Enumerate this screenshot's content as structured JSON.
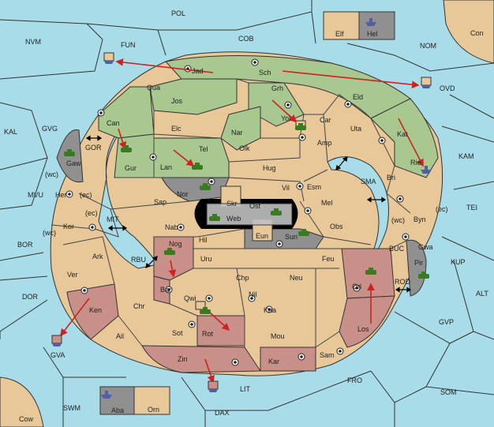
{
  "map": {
    "colors": {
      "sea": "#a8dce8",
      "neutral": "#e8c898",
      "green_power": "#a8c890",
      "red_power": "#c89088",
      "gray_power": "#909090",
      "black_hub": "#000000",
      "order_arrow": "#d02020",
      "fleet": "#5060a0",
      "army": "#3a7a20"
    },
    "sea_labels": [
      {
        "id": "pol",
        "text": "POL"
      },
      {
        "id": "nvm",
        "text": "NVM"
      },
      {
        "id": "fun",
        "text": "FUN"
      },
      {
        "id": "cob",
        "text": "COB"
      },
      {
        "id": "nom",
        "text": "NOM"
      },
      {
        "id": "con",
        "text": "Con"
      },
      {
        "id": "ovd",
        "text": "OVD"
      },
      {
        "id": "kal",
        "text": "KAL"
      },
      {
        "id": "gvg",
        "text": "GVG"
      },
      {
        "id": "gor",
        "text": "GOR"
      },
      {
        "id": "kam",
        "text": "KAM"
      },
      {
        "id": "sma",
        "text": "SMA"
      },
      {
        "id": "mvu",
        "text": "MVU"
      },
      {
        "id": "tei",
        "text": "TEI"
      },
      {
        "id": "mit",
        "text": "MIT"
      },
      {
        "id": "bor",
        "text": "BOR"
      },
      {
        "id": "rbu",
        "text": "RBU"
      },
      {
        "id": "buc",
        "text": "BUC"
      },
      {
        "id": "kup",
        "text": "KUP"
      },
      {
        "id": "dor",
        "text": "DOR"
      },
      {
        "id": "rod",
        "text": "ROD"
      },
      {
        "id": "alt",
        "text": "ALT"
      },
      {
        "id": "gvp",
        "text": "GVP"
      },
      {
        "id": "gva",
        "text": "GVA"
      },
      {
        "id": "lit",
        "text": "LIT"
      },
      {
        "id": "fro",
        "text": "FRO"
      },
      {
        "id": "som",
        "text": "SOM"
      },
      {
        "id": "swm",
        "text": "SWM"
      },
      {
        "id": "dax",
        "text": "DAX"
      },
      {
        "id": "cow",
        "text": "Cow"
      }
    ],
    "land_labels": [
      {
        "id": "jad",
        "text": "Jad"
      },
      {
        "id": "sch",
        "text": "Sch"
      },
      {
        "id": "qua",
        "text": "Qua"
      },
      {
        "id": "jos",
        "text": "Jos"
      },
      {
        "id": "grh",
        "text": "Grh"
      },
      {
        "id": "eld",
        "text": "Eld"
      },
      {
        "id": "can",
        "text": "Can"
      },
      {
        "id": "yol",
        "text": "Yol"
      },
      {
        "id": "car",
        "text": "Car"
      },
      {
        "id": "elc",
        "text": "Elc"
      },
      {
        "id": "nar",
        "text": "Nar"
      },
      {
        "id": "uta",
        "text": "Uta"
      },
      {
        "id": "kat",
        "text": "Kat"
      },
      {
        "id": "amp",
        "text": "Amp"
      },
      {
        "id": "gur",
        "text": "Gur"
      },
      {
        "id": "tel",
        "text": "Tel"
      },
      {
        "id": "olk",
        "text": "Olk"
      },
      {
        "id": "lan",
        "text": "Lan"
      },
      {
        "id": "hug",
        "text": "Hug"
      },
      {
        "id": "rie",
        "text": "Rie"
      },
      {
        "id": "gaw",
        "text": "Gaw"
      },
      {
        "id": "bri",
        "text": "Bri"
      },
      {
        "id": "wc1",
        "text": "(wc)"
      },
      {
        "id": "nor",
        "text": "Nor"
      },
      {
        "id": "vil",
        "text": "Vil"
      },
      {
        "id": "esm",
        "text": "Esm"
      },
      {
        "id": "her",
        "text": "Her"
      },
      {
        "id": "ec1",
        "text": "(ec)"
      },
      {
        "id": "skr",
        "text": "Skr"
      },
      {
        "id": "sap",
        "text": "Sap"
      },
      {
        "id": "ost",
        "text": "Ost"
      },
      {
        "id": "mel",
        "text": "Mel"
      },
      {
        "id": "ec2",
        "text": "(ec)"
      },
      {
        "id": "ec3",
        "text": "(ec)"
      },
      {
        "id": "web",
        "text": "Web"
      },
      {
        "id": "wc2",
        "text": "(wc)"
      },
      {
        "id": "byn",
        "text": "Byn"
      },
      {
        "id": "kor",
        "text": "Kor"
      },
      {
        "id": "nab",
        "text": "Nab"
      },
      {
        "id": "obs",
        "text": "Obs"
      },
      {
        "id": "wc3",
        "text": "(wc)"
      },
      {
        "id": "eun",
        "text": "Eun"
      },
      {
        "id": "sun",
        "text": "Sun"
      },
      {
        "id": "hil",
        "text": "Hil"
      },
      {
        "id": "gwa",
        "text": "Gwa"
      },
      {
        "id": "nog",
        "text": "Nog"
      },
      {
        "id": "ark",
        "text": "Ark"
      },
      {
        "id": "uru",
        "text": "Uru"
      },
      {
        "id": "feu",
        "text": "Feu"
      },
      {
        "id": "pir",
        "text": "Pir"
      },
      {
        "id": "ver",
        "text": "Ver"
      },
      {
        "id": "chp",
        "text": "Chp"
      },
      {
        "id": "neu",
        "text": "Neu"
      },
      {
        "id": "orl",
        "text": "Orl"
      },
      {
        "id": "bar",
        "text": "Bar"
      },
      {
        "id": "nil",
        "text": "Nil"
      },
      {
        "id": "qwi",
        "text": "Qwi"
      },
      {
        "id": "ken",
        "text": "Ken"
      },
      {
        "id": "chr",
        "text": "Chr"
      },
      {
        "id": "kaa",
        "text": "Kaa"
      },
      {
        "id": "los",
        "text": "Los"
      },
      {
        "id": "ail",
        "text": "Ail"
      },
      {
        "id": "sot",
        "text": "Sot"
      },
      {
        "id": "rot",
        "text": "Rot"
      },
      {
        "id": "mou",
        "text": "Mou"
      },
      {
        "id": "zin",
        "text": "Zin"
      },
      {
        "id": "kar",
        "text": "Kar"
      },
      {
        "id": "sam",
        "text": "Sam"
      },
      {
        "id": "elf",
        "text": "Elf"
      },
      {
        "id": "hel",
        "text": "Hel"
      },
      {
        "id": "aba",
        "text": "Aba"
      },
      {
        "id": "orn",
        "text": "Orn"
      }
    ]
  }
}
